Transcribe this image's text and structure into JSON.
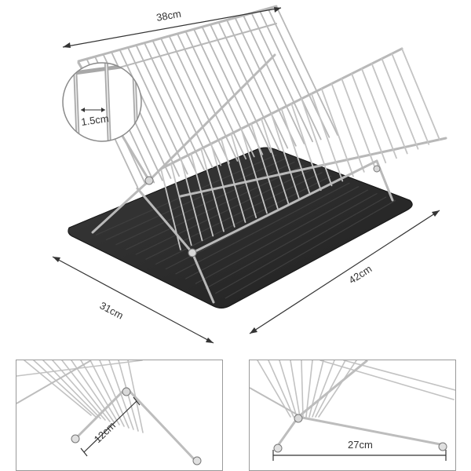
{
  "product": {
    "dimensions": {
      "width_top": "38cm",
      "wire_spacing": "1.5cm",
      "tray_depth": "31cm",
      "tray_length": "42cm",
      "fold_height": "12cm",
      "leg_span": "27cm"
    }
  },
  "colors": {
    "tray": "#2b2b2b",
    "wire": "#b9b9b9",
    "wire_highlight": "#e8e8e8",
    "dimension_line": "#333333"
  }
}
